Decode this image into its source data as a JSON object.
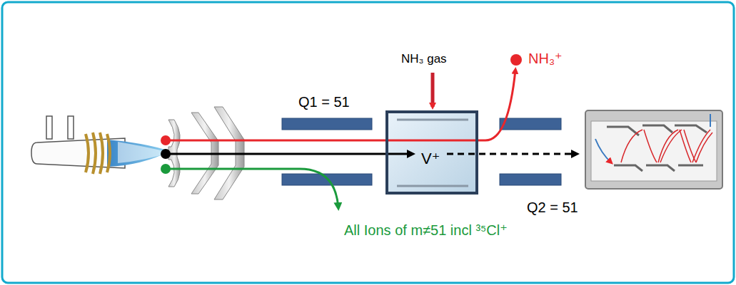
{
  "diagram": {
    "nodes": [
      {
        "text": [
          "V⁺"
        ]
      }
    ],
    "labels": [
      "NH₃ gas",
      "Q1 = 51",
      "NH₃⁺",
      "Q2 = 51",
      "All Ions of m≠51 incl ³⁵Cl⁺"
    ]
  }
}
